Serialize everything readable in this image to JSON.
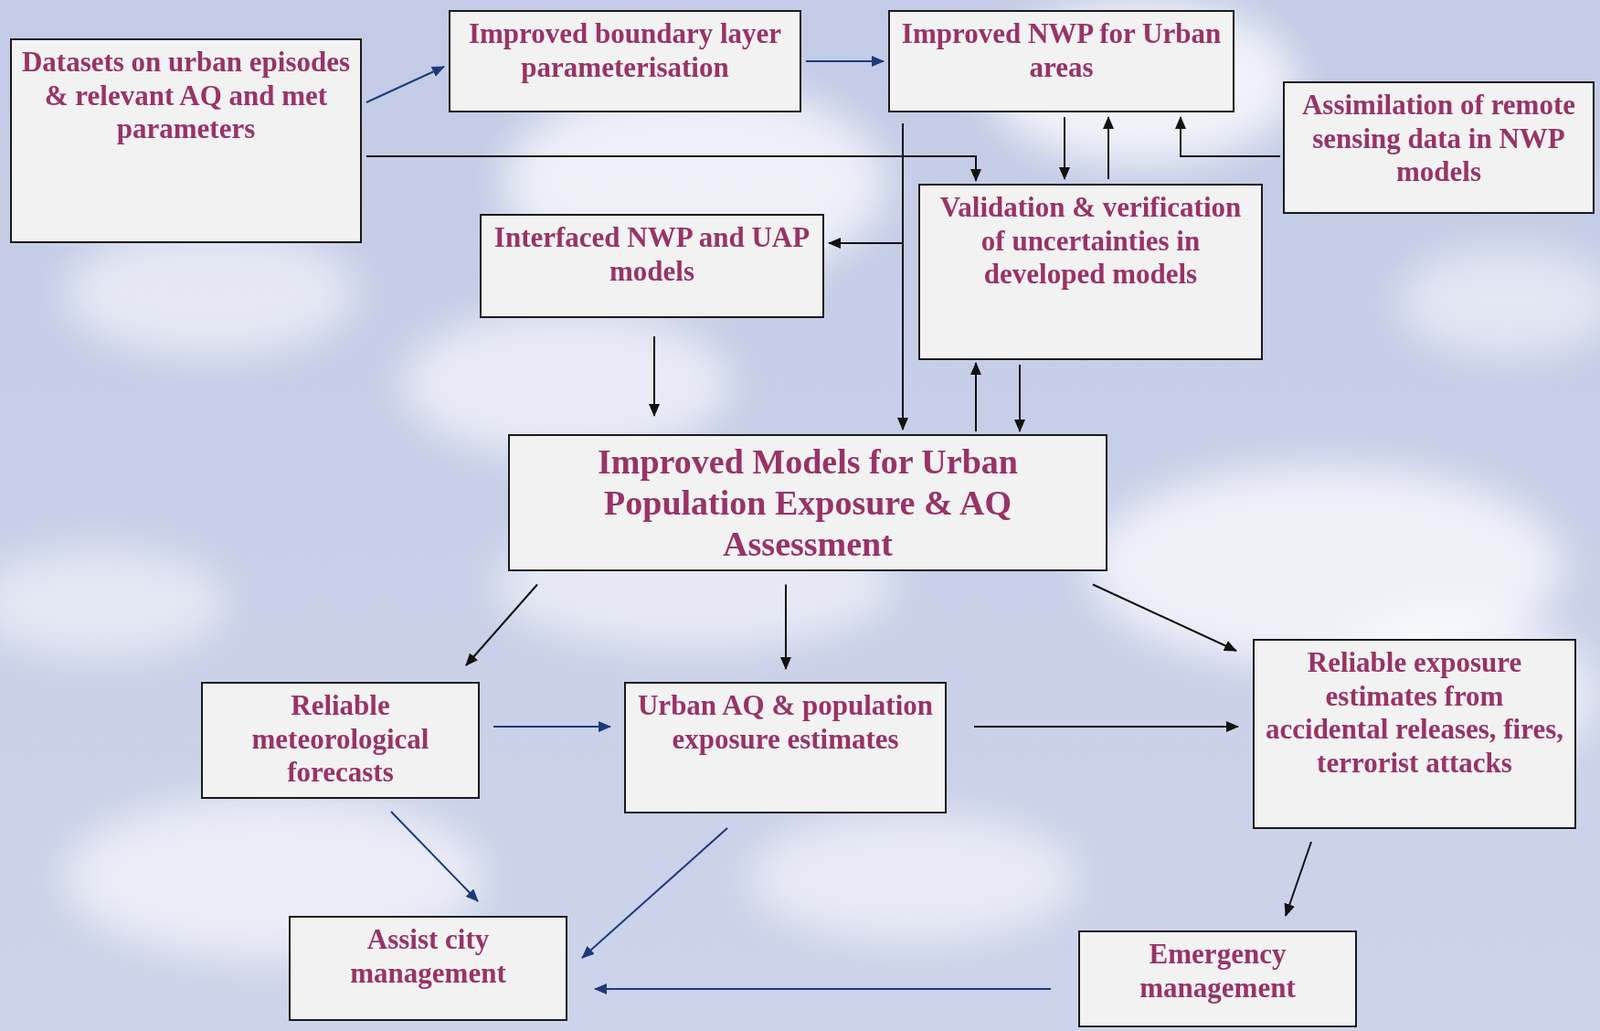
{
  "diagram": {
    "nodes": [
      {
        "text": [
          "Datasets on urban episodes & relevant AQ and met parameters"
        ]
      },
      {
        "text": [
          "Improved boundary layer parameterisation"
        ]
      },
      {
        "text": [
          "Improved NWP for Urban areas"
        ]
      },
      {
        "text": [
          "Assimilation of remote sensing data in NWP models"
        ]
      },
      {
        "text": [
          "Interfaced NWP and UAP models"
        ]
      },
      {
        "text": [
          "Validation & verification of uncertainties in developed models"
        ]
      },
      {
        "text": [
          "Improved Models for Urban Population Exposure & AQ Assessment"
        ]
      },
      {
        "text": [
          "Reliable meteorological forecasts"
        ]
      },
      {
        "text": [
          "Urban AQ & population exposure estimates"
        ]
      },
      {
        "text": [
          "Reliable exposure estimates from accidental releases, fires, terrorist attacks"
        ]
      },
      {
        "text": [
          "Assist city management"
        ]
      },
      {
        "text": [
          "Emergency management"
        ]
      }
    ],
    "edges": [
      {
        "from": 0,
        "to": 1,
        "arrow": "to"
      },
      {
        "from": 1,
        "to": 2,
        "arrow": "to"
      },
      {
        "from": 0,
        "to": 5,
        "arrow": "to"
      },
      {
        "from": 2,
        "to": 5,
        "arrow": "to"
      },
      {
        "from": 5,
        "to": 2,
        "arrow": "to"
      },
      {
        "from": 3,
        "to": 2,
        "arrow": "to"
      },
      {
        "from": 2,
        "to": 4,
        "arrow": "to"
      },
      {
        "from": 2,
        "to": 6,
        "arrow": "to"
      },
      {
        "from": 4,
        "to": 6,
        "arrow": "to"
      },
      {
        "from": 6,
        "to": 5,
        "arrow": "to"
      },
      {
        "from": 5,
        "to": 6,
        "arrow": "to"
      },
      {
        "from": 6,
        "to": 7,
        "arrow": "to"
      },
      {
        "from": 6,
        "to": 8,
        "arrow": "to"
      },
      {
        "from": 6,
        "to": 9,
        "arrow": "to"
      },
      {
        "from": 7,
        "to": 8,
        "arrow": "to"
      },
      {
        "from": 8,
        "to": 9,
        "arrow": "to"
      },
      {
        "from": 7,
        "to": 10,
        "arrow": "to"
      },
      {
        "from": 8,
        "to": 10,
        "arrow": "to"
      },
      {
        "from": 9,
        "to": 11,
        "arrow": "to"
      },
      {
        "from": 11,
        "to": 10,
        "arrow": "to"
      }
    ]
  }
}
